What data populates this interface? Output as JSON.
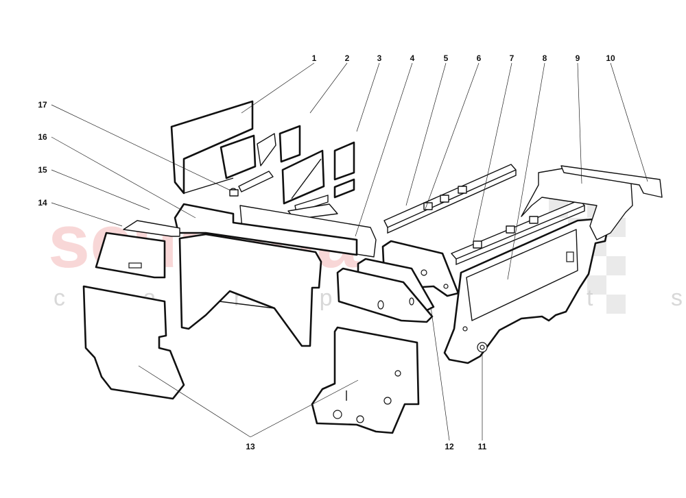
{
  "watermark": {
    "brand": "scuderia",
    "tagline": "c a r p a r t s",
    "brand_color": "#f4b8b8"
  },
  "callouts": [
    {
      "id": "1",
      "label": "1"
    },
    {
      "id": "2",
      "label": "2"
    },
    {
      "id": "3",
      "label": "3"
    },
    {
      "id": "4",
      "label": "4"
    },
    {
      "id": "5",
      "label": "5"
    },
    {
      "id": "6",
      "label": "6"
    },
    {
      "id": "7",
      "label": "7"
    },
    {
      "id": "8",
      "label": "8"
    },
    {
      "id": "9",
      "label": "9"
    },
    {
      "id": "10",
      "label": "10"
    },
    {
      "id": "11",
      "label": "11"
    },
    {
      "id": "12",
      "label": "12"
    },
    {
      "id": "13",
      "label": "13"
    },
    {
      "id": "14",
      "label": "14"
    },
    {
      "id": "15",
      "label": "15"
    },
    {
      "id": "16",
      "label": "16"
    },
    {
      "id": "17",
      "label": "17"
    }
  ]
}
